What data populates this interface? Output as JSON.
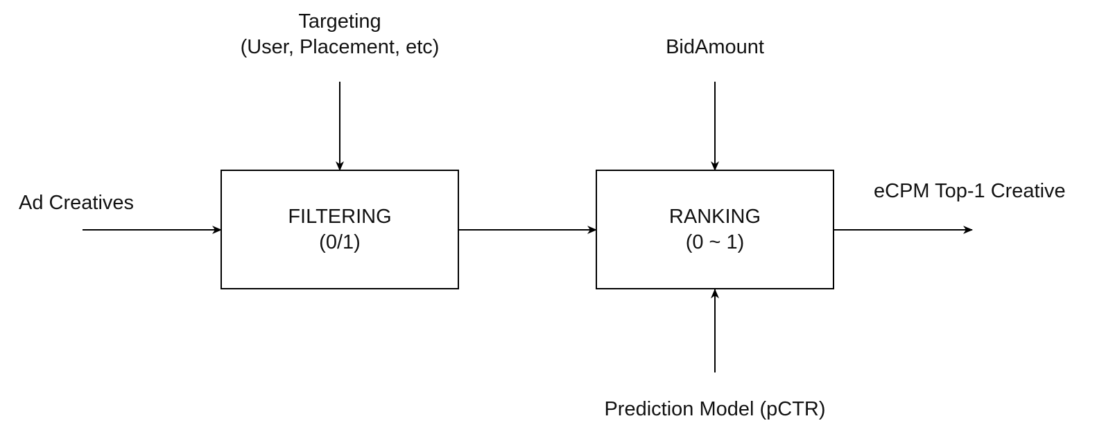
{
  "nodes": {
    "filtering": {
      "title": "FILTERING",
      "subtitle": "(0/1)"
    },
    "ranking": {
      "title": "RANKING",
      "subtitle": "(0 ~ 1)"
    }
  },
  "labels": {
    "ad_creatives": "Ad Creatives",
    "targeting_title": "Targeting",
    "targeting_detail": "(User, Placement, etc)",
    "bid_amount": "BidAmount",
    "prediction_model": "Prediction Model (pCTR)",
    "output": "eCPM Top-1 Creative"
  },
  "colors": {
    "stroke": "#000000",
    "text": "#111111",
    "background": "#ffffff"
  }
}
